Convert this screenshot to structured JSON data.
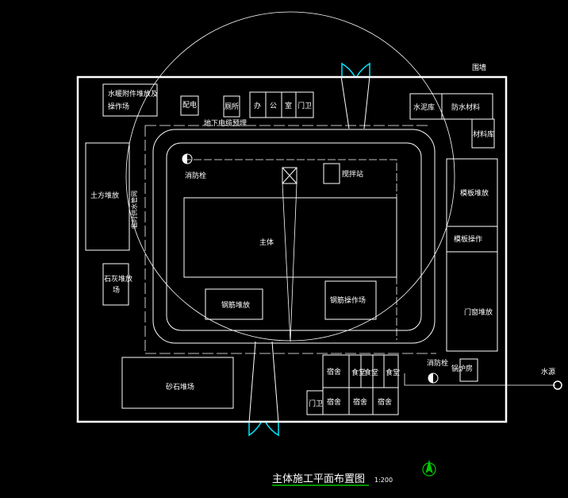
{
  "drawing": {
    "title": "主体施工平面布置图",
    "scale": "1:200"
  },
  "labels": {
    "fence": "围墙",
    "rebar_storage": "水暖附件堆放及",
    "rebar_storage_2": "操作场",
    "power": "配电",
    "toilet": "厕所",
    "office_1": "办",
    "office_2": "公",
    "office_3": "室",
    "gate_top": "门卫",
    "cement_store": "水泥库",
    "waterproof": "防水材料",
    "material_store": "材料库",
    "earth_pile": "土方堆放",
    "underground_pipe": "地下电缆预埋",
    "temp_water_pipe": "临时供水管网",
    "hydrant_1": "消防栓",
    "mixer_station": "搅拌站",
    "formwork_pile": "模板堆放",
    "formwork_work": "模板操作",
    "main_building": "主体",
    "lime_pile_1": "石灰堆放",
    "lime_pile_2": "场",
    "rebar_pile": "钢筋堆放",
    "rebar_workshop": "钢筋操作场",
    "door_window": "门窗堆放",
    "sand_stone": "砂石堆场",
    "dorm_1": "宿舍",
    "canteen_1": "食堂",
    "canteen_2": "食堂",
    "canteen_3": "食堂",
    "hydrant_2": "消防栓",
    "boiler": "锅炉房",
    "water_source": "水源",
    "gate_bottom": "门卫",
    "dorm_2": "宿舍",
    "dorm_3": "宿舍",
    "dorm_4": "宿舍"
  },
  "colors": {
    "background": "#000000",
    "lines": "#ffffff",
    "gate": "#00e5ff",
    "title_underline": "#00c800",
    "north_arrow": "#00c800"
  }
}
